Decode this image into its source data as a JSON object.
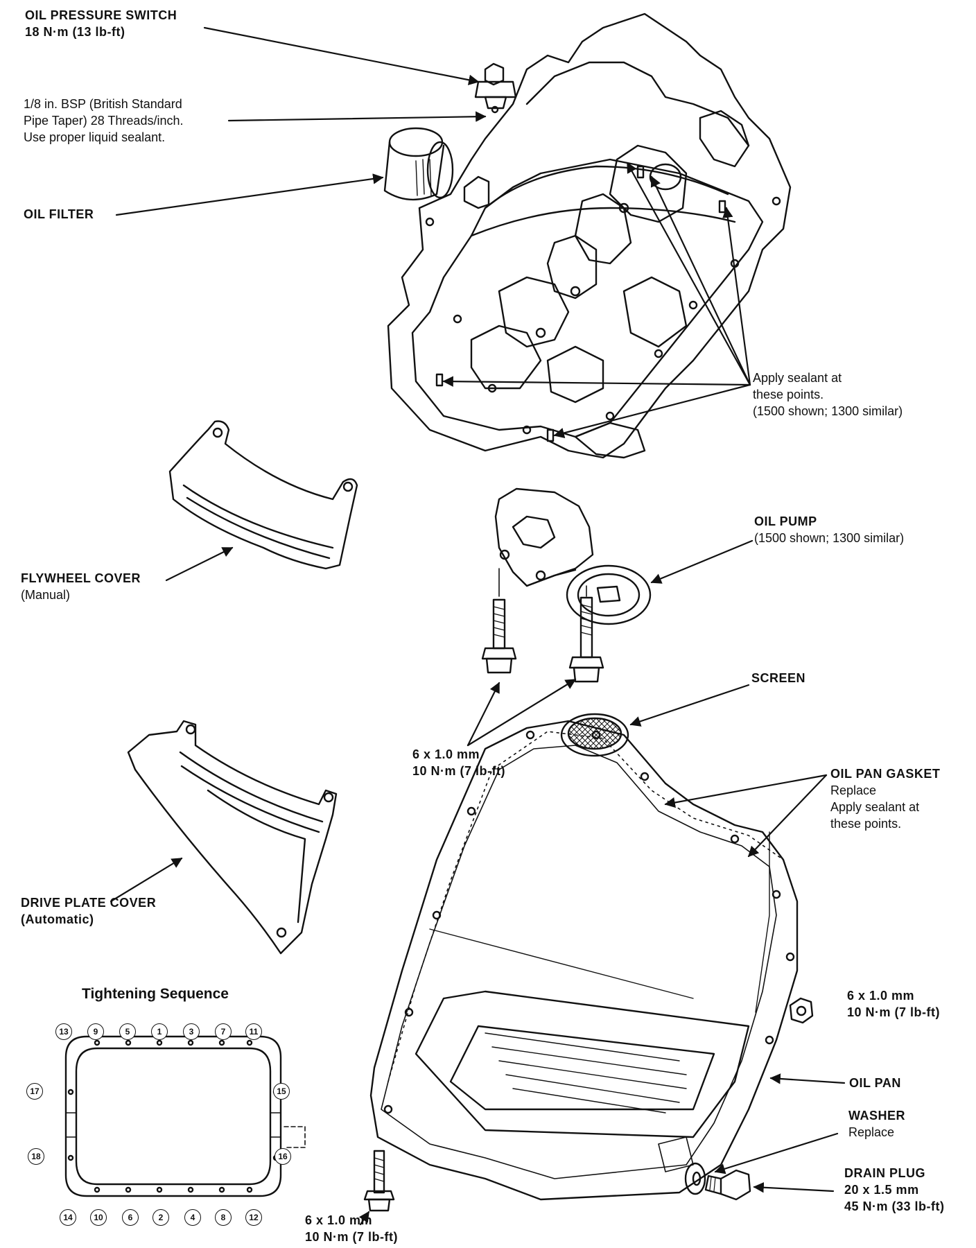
{
  "labels": {
    "oil_pressure_switch": {
      "title": "OIL PRESSURE SWITCH",
      "spec": "18 N·m (13 lb-ft)"
    },
    "bsp_note": {
      "line1": "1/8 in. BSP (British Standard",
      "line2": "Pipe Taper) 28 Threads/inch.",
      "line3": "Use proper liquid sealant."
    },
    "oil_filter": {
      "title": "OIL FILTER"
    },
    "sealant_points": {
      "line1": "Apply sealant at",
      "line2": "these points.",
      "line3": "(1500 shown; 1300 similar)"
    },
    "oil_pump": {
      "title": "OIL PUMP",
      "note": "(1500 shown; 1300 similar)"
    },
    "flywheel_cover": {
      "title": "FLYWHEEL COVER",
      "note": "(Manual)"
    },
    "screen": {
      "title": "SCREEN"
    },
    "pump_bolts": {
      "size": "6 x 1.0 mm",
      "torque": "10 N·m (7 lb-ft)"
    },
    "oil_pan_gasket": {
      "title": "OIL PAN GASKET",
      "line1": "Replace",
      "line2": "Apply sealant at",
      "line3": "these points."
    },
    "drive_plate_cover": {
      "title": "DRIVE PLATE COVER",
      "note": "(Automatic)"
    },
    "pan_nut": {
      "size": "6 x 1.0 mm",
      "torque": "10 N·m (7 lb-ft)"
    },
    "oil_pan": {
      "title": "OIL PAN"
    },
    "washer": {
      "title": "WASHER",
      "note": "Replace"
    },
    "drain_plug": {
      "title": "DRAIN PLUG",
      "size": "20 x 1.5 mm",
      "torque": "45 N·m (33 lb-ft)"
    },
    "pan_bolt": {
      "size": "6 x 1.0 mm",
      "torque": "10 N·m (7 lb-ft)"
    }
  },
  "tightening_sequence": {
    "title": "Tightening Sequence",
    "top_row": [
      "13",
      "9",
      "5",
      "1",
      "3",
      "7",
      "11"
    ],
    "bottom_row": [
      "14",
      "10",
      "6",
      "2",
      "4",
      "8",
      "12"
    ],
    "left_side": [
      "17",
      "18"
    ],
    "right_side": [
      "15",
      "16"
    ]
  }
}
